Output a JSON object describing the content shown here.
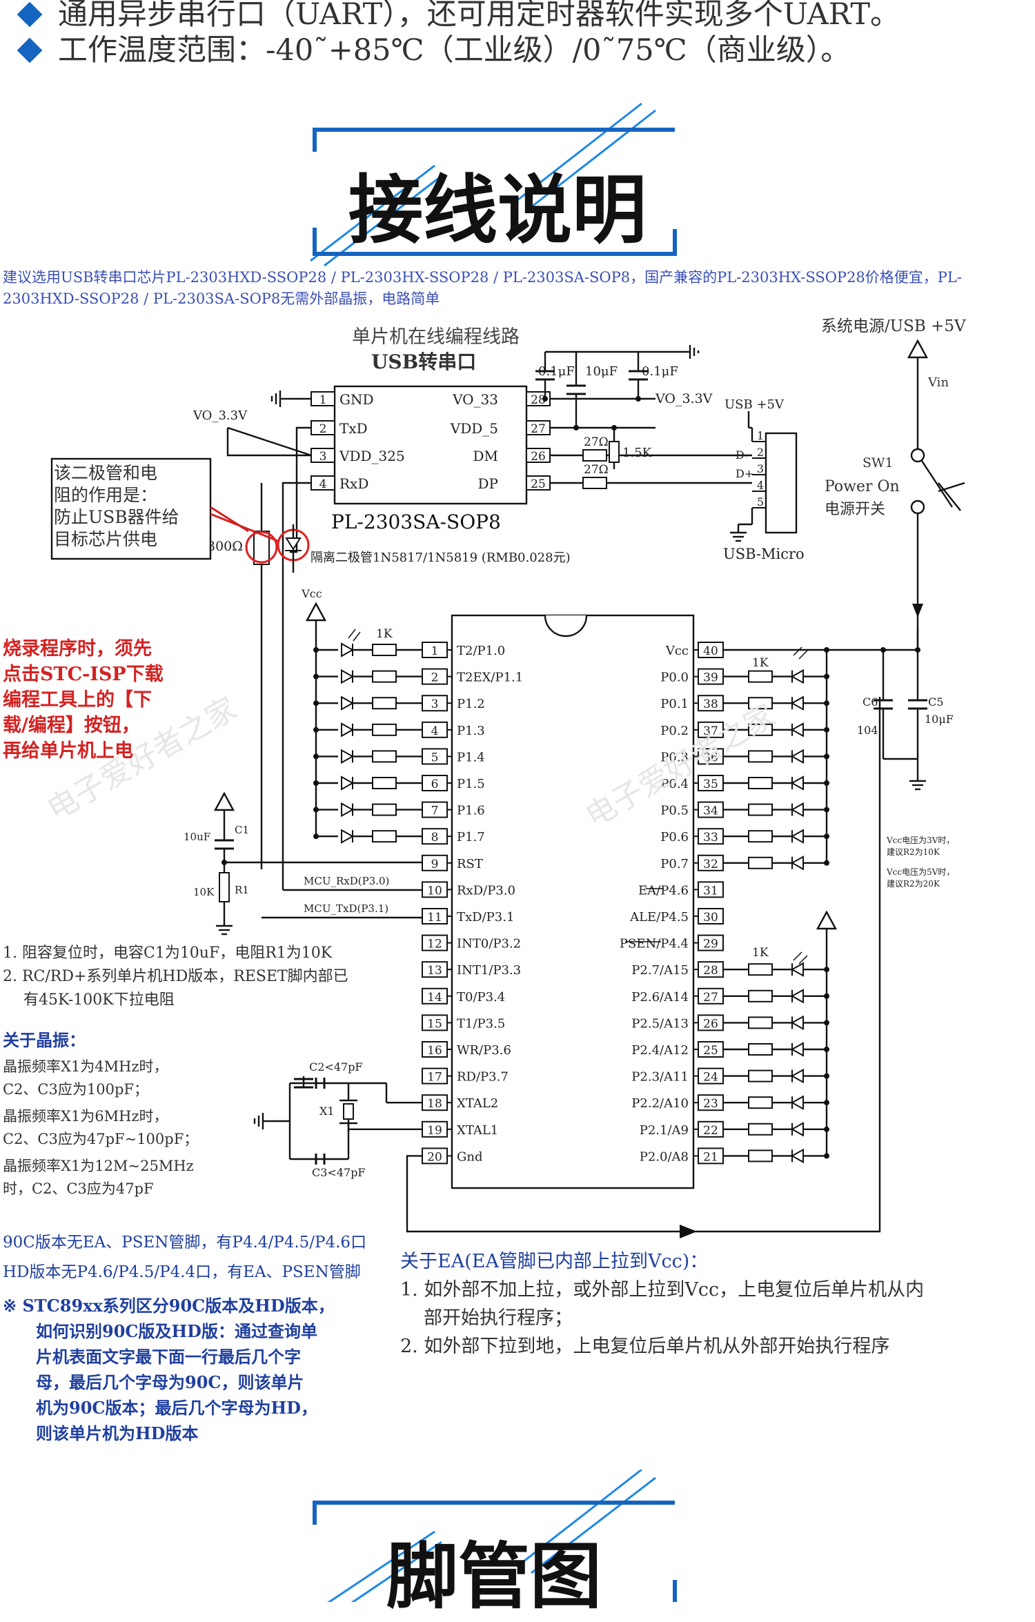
{
  "features": [
    "通用异步串行口（UART），还可用定时器软件实现多个UART。",
    "工作温度范围：-40˜+85℃（工业级）/0˜75℃（商业级）。"
  ],
  "section_titles": {
    "wiring": "接线说明",
    "pinout": "脚管图"
  },
  "tagline": "建议选用USB转串口芯片PL-2303HXD-SSOP28 / PL-2303HX-SSOP28 / PL-2303SA-SOP8，国产兼容的PL-2303HX-SSOP28价格便宜，PL-2303HXD-SSOP28 / PL-2303SA-SOP8无需外部晶振，电路简单",
  "usb_section": {
    "heading": "单片机在线编程线路",
    "subheading": "USB转串口",
    "chip_name": "PL-2303SA-SOP8",
    "left_pins": [
      {
        "num": "1",
        "name": "GND"
      },
      {
        "num": "2",
        "name": "TxD"
      },
      {
        "num": "3",
        "name": "VDD_325"
      },
      {
        "num": "4",
        "name": "RxD"
      }
    ],
    "right_pins": [
      {
        "num": "28",
        "name": "VO_33"
      },
      {
        "num": "27",
        "name": "VDD_5"
      },
      {
        "num": "26",
        "name": "DM"
      },
      {
        "num": "25",
        "name": "DP"
      }
    ],
    "cap1": "0.1μF",
    "cap2": "10μF",
    "cap3": "0.1μF",
    "vo33_label": "VO_3.3V",
    "vo33_left": "VO_3.3V",
    "usb5v": "USB +5V",
    "r_dm": "27Ω",
    "r_dp": "27Ω",
    "r_pull": "1.5K",
    "usb_pins": [
      "1",
      "2",
      "3",
      "4",
      "5"
    ],
    "usb_dminus": "D-",
    "usb_dplus": "D+",
    "usb_name": "USB-Micro",
    "r300": "300Ω",
    "diode_note": "隔离二极管1N5817/1N5819 (RMB0.028元)",
    "box_note": [
      "该二极管和电",
      "阻的作用是：",
      "防止USB器件给",
      "目标芯片供电"
    ]
  },
  "power": {
    "label": "系统电源/USB +5V",
    "vin": "Vin",
    "sw": "SW1",
    "sw_en": "Power On",
    "sw_cn": "电源开关"
  },
  "mcu": {
    "left_pins": [
      {
        "num": "1",
        "name": "T2/P1.0"
      },
      {
        "num": "2",
        "name": "T2EX/P1.1"
      },
      {
        "num": "3",
        "name": "P1.2"
      },
      {
        "num": "4",
        "name": "P1.3"
      },
      {
        "num": "5",
        "name": "P1.4"
      },
      {
        "num": "6",
        "name": "P1.5"
      },
      {
        "num": "7",
        "name": "P1.6"
      },
      {
        "num": "8",
        "name": "P1.7"
      },
      {
        "num": "9",
        "name": "RST"
      },
      {
        "num": "10",
        "name": "RxD/P3.0"
      },
      {
        "num": "11",
        "name": "TxD/P3.1"
      },
      {
        "num": "12",
        "name": "INT0/P3.2"
      },
      {
        "num": "13",
        "name": "INT1/P3.3"
      },
      {
        "num": "14",
        "name": "T0/P3.4"
      },
      {
        "num": "15",
        "name": "T1/P3.5"
      },
      {
        "num": "16",
        "name": "WR/P3.6"
      },
      {
        "num": "17",
        "name": "RD/P3.7"
      },
      {
        "num": "18",
        "name": "XTAL2"
      },
      {
        "num": "19",
        "name": "XTAL1"
      },
      {
        "num": "20",
        "name": "Gnd"
      }
    ],
    "right_pins": [
      {
        "num": "40",
        "name": "Vcc"
      },
      {
        "num": "39",
        "name": "P0.0"
      },
      {
        "num": "38",
        "name": "P0.1"
      },
      {
        "num": "37",
        "name": "P0.2"
      },
      {
        "num": "36",
        "name": "P0.3"
      },
      {
        "num": "35",
        "name": "P0.4"
      },
      {
        "num": "34",
        "name": "P0.5"
      },
      {
        "num": "33",
        "name": "P0.6"
      },
      {
        "num": "32",
        "name": "P0.7"
      },
      {
        "num": "31",
        "name": "EA/P4.6"
      },
      {
        "num": "30",
        "name": "ALE/P4.5"
      },
      {
        "num": "29",
        "name": "PSEN/P4.4"
      },
      {
        "num": "28",
        "name": "P2.7/A15"
      },
      {
        "num": "27",
        "name": "P2.6/A14"
      },
      {
        "num": "26",
        "name": "P2.5/A13"
      },
      {
        "num": "25",
        "name": "P2.4/A12"
      },
      {
        "num": "24",
        "name": "P2.3/A11"
      },
      {
        "num": "23",
        "name": "P2.2/A10"
      },
      {
        "num": "22",
        "name": "P2.1/A9"
      },
      {
        "num": "21",
        "name": "P2.0/A8"
      }
    ],
    "vcc_left": "Vcc",
    "r1k": "1K",
    "rxd_label": "MCU_RxD(P3.0)",
    "txd_label": "MCU_TxD(P3.1)",
    "c1": "C1",
    "c1_val": "10uF",
    "r1": "R1",
    "r1_val": "10K",
    "c6": "C6",
    "c6_val": "104",
    "c5": "C5",
    "c5_val": "10μF",
    "c2": "C2<47pF",
    "c3": "C3<47pF",
    "x1": "X1",
    "vcc_note": [
      "Vcc电压为3V时，",
      "建议R2为10K",
      "Vcc电压为5V时，",
      "建议R2为20K"
    ]
  },
  "red_note": [
    "烧录程序时，须先",
    "点击STC-ISP下载",
    "编程工具上的【下",
    "载/编程】按钮，",
    "再给单片机上电"
  ],
  "reset_notes": [
    "1. 阻容复位时，电容C1为10uF，电阻R1为10K",
    "2. RC/RD+系列单片机HD版本，RESET脚内部已",
    "有45K-100K下拉电阻"
  ],
  "crystal": {
    "title": "关于晶振：",
    "lines": [
      "晶振频率X1为4MHz时，",
      "C2、C3应为100pF；",
      "晶振频率X1为6MHz时，",
      "C2、C3应为47pF~100pF；",
      "晶振频率X1为12M~25MHz",
      "时，C2、C3应为47pF"
    ]
  },
  "version_notes": [
    "90C版本无EA、PSEN管脚，有P4.4/P4.5/P4.6口",
    "HD版本无P4.6/P4.5/P4.4口，有EA、PSEN管脚"
  ],
  "stc_note": [
    "※  STC89xx系列区分90C版本及HD版本，",
    "如何识别90C版及HD版：通过查询单",
    "片机表面文字最下面一行最后几个字",
    "母，最后几个字母为90C，则该单片",
    "机为90C版本；最后几个字母为HD，",
    "则该单片机为HD版本"
  ],
  "ea_notes": {
    "title": "关于EA(EA管脚已内部上拉到Vcc)：",
    "lines": [
      "1. 如外部不加上拉，或外部上拉到Vcc，上电复位后单片机从内",
      "部开始执行程序；",
      "2. 如外部下拉到地，上电复位后单片机从外部开始执行程序"
    ]
  },
  "colors": {
    "accent": "#1565c0",
    "blue_text": "#1f3f9e",
    "red_text": "#d32222"
  }
}
